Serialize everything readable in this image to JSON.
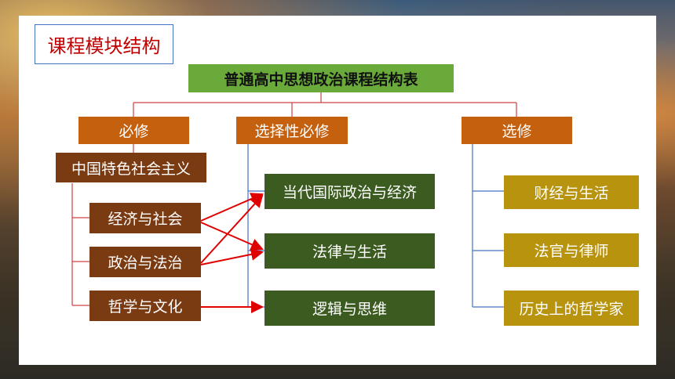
{
  "slide_title": "课程模块结构",
  "diagram_title": "普通高中思想政治课程结构表",
  "categories": {
    "required": "必修",
    "elective_required": "选择性必修",
    "elective": "选修"
  },
  "required_modules": {
    "main": "中国特色社会主义",
    "items": [
      "经济与社会",
      "政治与法治",
      "哲学与文化"
    ]
  },
  "elective_required_modules": [
    "当代国际政治与经济",
    "法律与生活",
    "逻辑与思维"
  ],
  "elective_modules": [
    "财经与生活",
    "法官与律师",
    "历史上的哲学家"
  ],
  "colors": {
    "category": "#c5600e",
    "required_module": "#7a3a12",
    "elective_required_module": "#3b5b20",
    "elective_module": "#b8930e",
    "header": "#6aaa3a",
    "arrow": "#e00000",
    "connector_red": "#d04040",
    "connector_blue": "#4472c4"
  }
}
